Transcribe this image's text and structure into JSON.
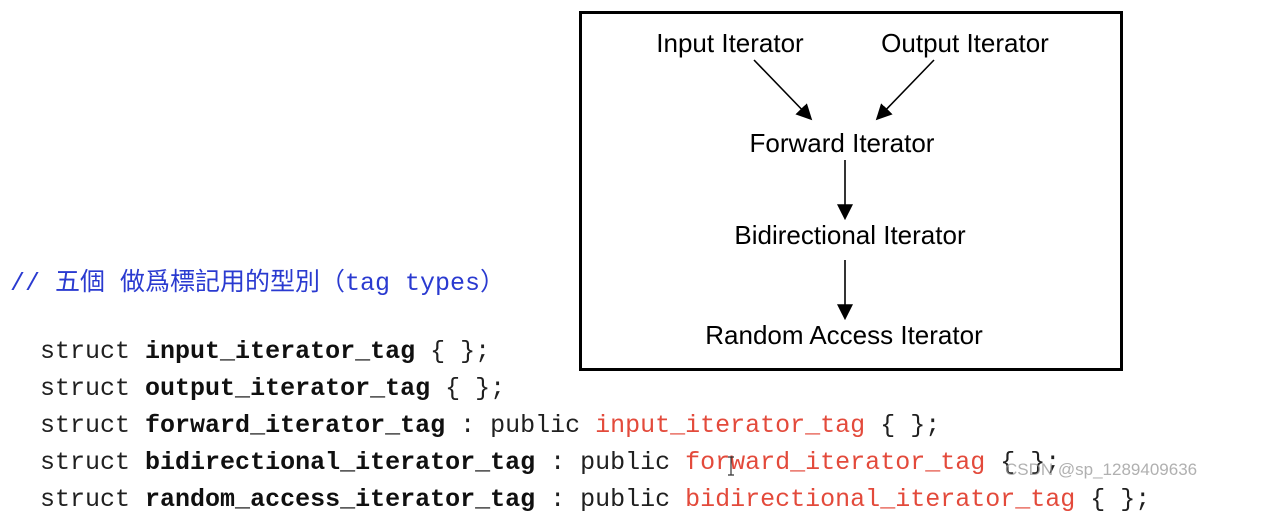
{
  "diagram": {
    "nodes": {
      "input": "Input Iterator",
      "output": "Output Iterator",
      "forward": "Forward Iterator",
      "bidirectional": "Bidirectional Iterator",
      "random": "Random Access Iterator"
    }
  },
  "code": {
    "comment": "// 五個 做爲標記用的型別（tag types）",
    "lines": [
      {
        "kw": "struct",
        "name": "input_iterator_tag",
        "sep": "",
        "base": "",
        "tail": " { };"
      },
      {
        "kw": "struct",
        "name": "output_iterator_tag",
        "sep": "",
        "base": "",
        "tail": " { };"
      },
      {
        "kw": "struct",
        "name": "forward_iterator_tag",
        "sep": " : public ",
        "base": "input_iterator_tag",
        "tail": " { };"
      },
      {
        "kw": "struct",
        "name": "bidirectional_iterator_tag",
        "sep": " : public ",
        "base": "forward_iterator_tag",
        "tail": " { };"
      },
      {
        "kw": "struct",
        "name": "random_access_iterator_tag",
        "sep": " : public ",
        "base": "bidirectional_iterator_tag",
        "tail": " { };"
      }
    ]
  },
  "watermark": "CSDN @sp_1289409636",
  "colors": {
    "comment": "#2a3ad0",
    "base_type": "#e34a3b",
    "text": "#202020"
  }
}
